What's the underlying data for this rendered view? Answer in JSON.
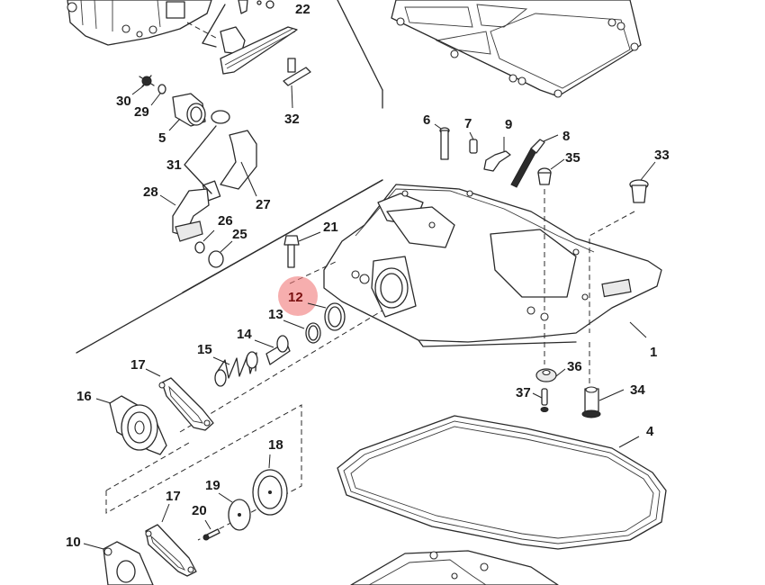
{
  "diagram": {
    "type": "exploded-parts-diagram",
    "highlighted_part": "12",
    "highlight_color": "#f07878",
    "line_color": "#2a2a2a",
    "background": "#ffffff"
  },
  "callouts": [
    {
      "id": "1",
      "label": "1"
    },
    {
      "id": "4",
      "label": "4"
    },
    {
      "id": "5",
      "label": "5"
    },
    {
      "id": "6",
      "label": "6"
    },
    {
      "id": "7",
      "label": "7"
    },
    {
      "id": "8",
      "label": "8"
    },
    {
      "id": "9",
      "label": "9"
    },
    {
      "id": "10",
      "label": "10"
    },
    {
      "id": "12",
      "label": "12",
      "highlighted": true
    },
    {
      "id": "13",
      "label": "13"
    },
    {
      "id": "14",
      "label": "14"
    },
    {
      "id": "15",
      "label": "15"
    },
    {
      "id": "16",
      "label": "16"
    },
    {
      "id": "17a",
      "label": "17"
    },
    {
      "id": "17b",
      "label": "17"
    },
    {
      "id": "18",
      "label": "18"
    },
    {
      "id": "19",
      "label": "19"
    },
    {
      "id": "20",
      "label": "20"
    },
    {
      "id": "21",
      "label": "21"
    },
    {
      "id": "22",
      "label": "22"
    },
    {
      "id": "25",
      "label": "25"
    },
    {
      "id": "26",
      "label": "26"
    },
    {
      "id": "27",
      "label": "27"
    },
    {
      "id": "28",
      "label": "28"
    },
    {
      "id": "29",
      "label": "29"
    },
    {
      "id": "30",
      "label": "30"
    },
    {
      "id": "31",
      "label": "31"
    },
    {
      "id": "32",
      "label": "32"
    },
    {
      "id": "33",
      "label": "33"
    },
    {
      "id": "34",
      "label": "34"
    },
    {
      "id": "35",
      "label": "35"
    },
    {
      "id": "36",
      "label": "36"
    },
    {
      "id": "37",
      "label": "37"
    }
  ]
}
